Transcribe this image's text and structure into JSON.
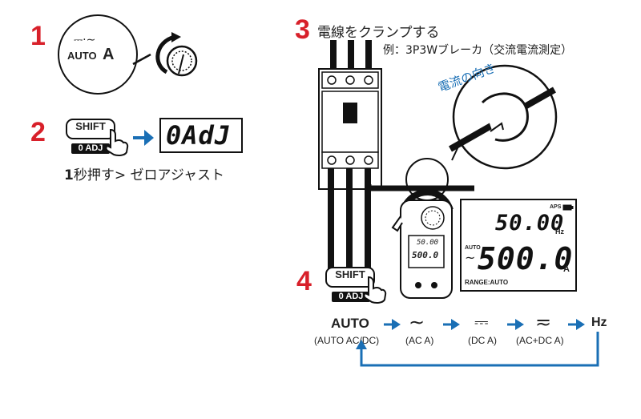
{
  "steps": {
    "s1": {
      "num": "1",
      "dial_label_top": "⎓·∼",
      "dial_label_auto": "AUTO",
      "dial_label_a": "A"
    },
    "s2": {
      "num": "2",
      "key_top": "SHIFT",
      "key_bottom": "0 ADJ",
      "lcd": "0AdJ",
      "caption_1": "1",
      "caption_2": "秒押す",
      "caption_3": ">",
      "caption_4": " ゼロアジャスト"
    },
    "s3": {
      "num": "3",
      "title": "電線をクランプする",
      "example": "例：3P3Wブレーカ（交流電流測定）",
      "current_direction": "電流の向き"
    },
    "s4": {
      "num": "4",
      "key_top": "SHIFT",
      "key_bottom": "0 ADJ"
    }
  },
  "meter": {
    "aps": "APS",
    "top_value": "50.00",
    "top_unit": "Hz",
    "auto": "AUTO",
    "ac_symbol": "~",
    "main_value": "500.0",
    "main_unit": "A",
    "range": "RANGE:AUTO",
    "mini_top": "50.00",
    "mini_main": "500.0"
  },
  "modes": [
    {
      "symbol": "AUTO",
      "label": "(AUTO AC/DC)"
    },
    {
      "symbol": "∼",
      "label": "(AC A)"
    },
    {
      "symbol": "⎓",
      "label": "(DC A)"
    },
    {
      "symbol": "≂",
      "label": "(AC+DC A)"
    },
    {
      "symbol": "Hz",
      "label": ""
    }
  ],
  "colors": {
    "step_number": "#d8202a",
    "arrow": "#1a6fb5",
    "text": "#222222"
  }
}
